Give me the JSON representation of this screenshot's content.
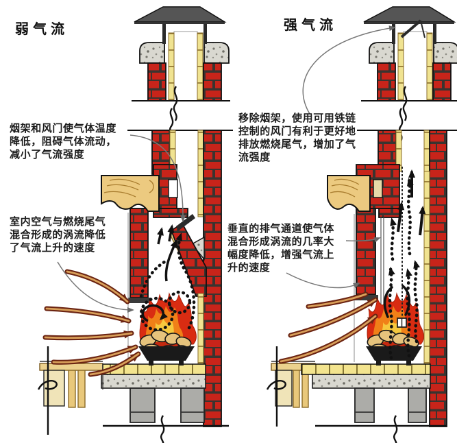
{
  "diagram": {
    "titles": {
      "left": "弱气流",
      "right": "强气流"
    },
    "annotations": {
      "left_top": "烟架和风门使气体温度\n降低，阻碍气体流动，\n减小了气流强度",
      "left_bottom": "室内空气与燃烧尾气\n混合形成的涡流降低\n了气流上升的速度",
      "right_top": "移除烟架，使用可用铁链\n控制的风门有利于更好地\n排放燃烧尾气，增加了气\n流强度",
      "right_bottom": "垂直的排气通道使气体\n混合形成涡流的几率大\n幅度降低，增强气流上\n升的速度"
    },
    "colors": {
      "background": "#ffffff",
      "brick_red": "#c8241a",
      "mortar_dark": "#3a3430",
      "flue_liner_yellow": "#f0e391",
      "wood_tan": "#ecca80",
      "concrete_gray": "#d9d8d0",
      "block_gray": "#acaca8",
      "cap_gray": "#555555",
      "flame_red": "#d92c12",
      "flame_orange": "#f08018",
      "flame_yellow": "#f6c83e",
      "log_tan": "#e6c37c",
      "air_arrow_dark_red": "#6b2412",
      "air_arrow_core_tan": "#d9a05a",
      "smoke_arrow_black": "#111111",
      "leader_gray": "#777777"
    }
  }
}
